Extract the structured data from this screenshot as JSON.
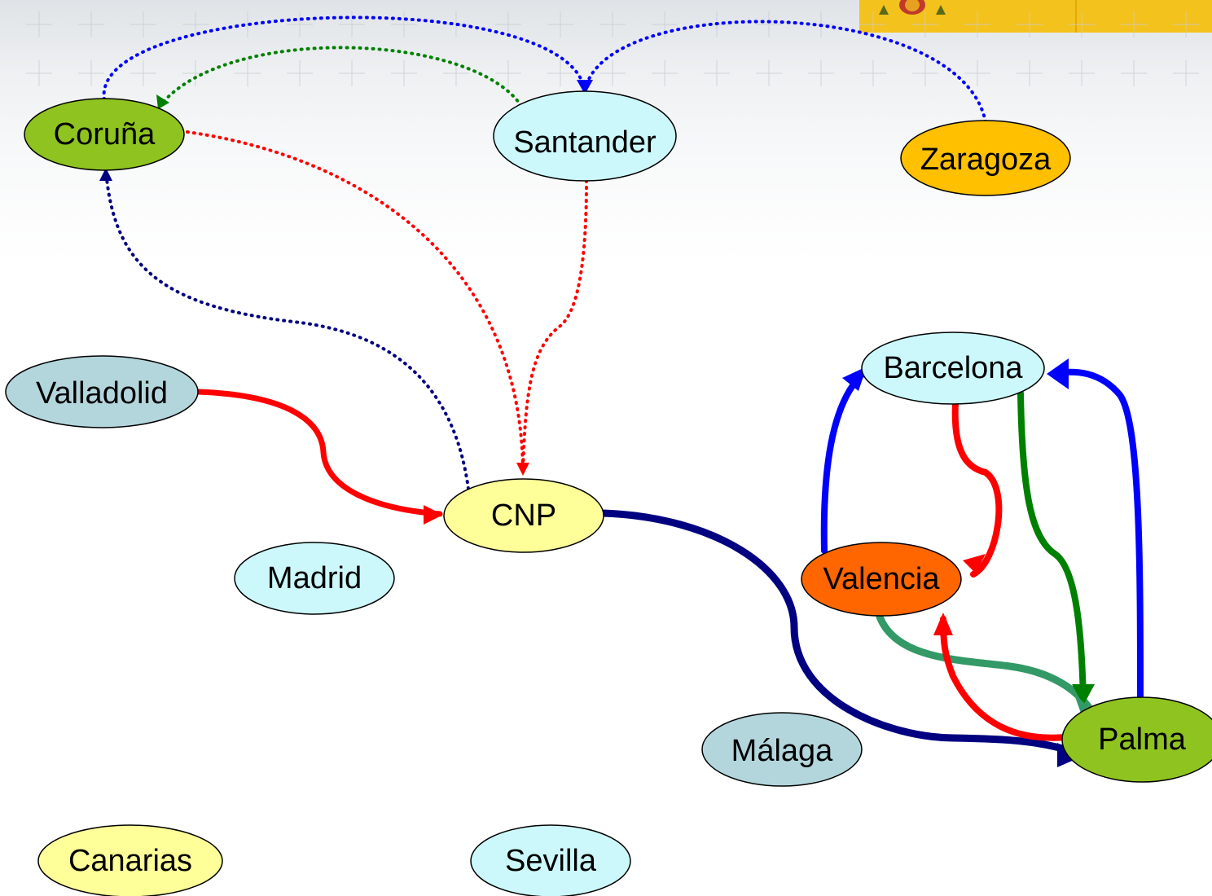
{
  "nodes": [
    {
      "id": "coruna",
      "label": "Coruña",
      "fill": "#8fc31f"
    },
    {
      "id": "santander",
      "label": "Santander",
      "fill": "#ccf8fb"
    },
    {
      "id": "zaragoza",
      "label": "Zaragoza",
      "fill": "#ffc000"
    },
    {
      "id": "valladolid",
      "label": "Valladolid",
      "fill": "#b3d6dd"
    },
    {
      "id": "barcelona",
      "label": "Barcelona",
      "fill": "#ccf8fb"
    },
    {
      "id": "cnp",
      "label": "CNP",
      "fill": "#ffff99"
    },
    {
      "id": "madrid",
      "label": "Madrid",
      "fill": "#ccf8fb"
    },
    {
      "id": "valencia",
      "label": "Valencia",
      "fill": "#ff6600"
    },
    {
      "id": "malaga",
      "label": "Málaga",
      "fill": "#b3d6dd"
    },
    {
      "id": "palma",
      "label": "Palma",
      "fill": "#8fc31f"
    },
    {
      "id": "canarias",
      "label": "Canarias",
      "fill": "#ffff99"
    },
    {
      "id": "sevilla",
      "label": "Sevilla",
      "fill": "#ccf8fb"
    }
  ],
  "edges": [
    {
      "from": "coruna",
      "to": "santander",
      "color": "#0000ff",
      "style": "dotted"
    },
    {
      "from": "zaragoza",
      "to": "santander",
      "color": "#0000ff",
      "style": "dotted"
    },
    {
      "from": "santander",
      "to": "coruna",
      "color": "#008000",
      "style": "dotted"
    },
    {
      "from": "coruna",
      "to": "cnp",
      "color": "#ff0000",
      "style": "dotted"
    },
    {
      "from": "santander",
      "to": "cnp",
      "color": "#ff0000",
      "style": "dotted"
    },
    {
      "from": "cnp",
      "to": "coruna",
      "color": "#000080",
      "style": "dotted"
    },
    {
      "from": "valladolid",
      "to": "cnp",
      "color": "#ff0000",
      "style": "solid"
    },
    {
      "from": "cnp",
      "to": "palma",
      "color": "#000080",
      "style": "solid"
    },
    {
      "from": "valencia",
      "to": "barcelona",
      "color": "#0000ff",
      "style": "solid"
    },
    {
      "from": "barcelona",
      "to": "valencia",
      "color": "#ff0000",
      "style": "solid"
    },
    {
      "from": "barcelona",
      "to": "palma",
      "color": "#008000",
      "style": "solid"
    },
    {
      "from": "palma",
      "to": "barcelona",
      "color": "#0000ff",
      "style": "solid"
    },
    {
      "from": "valencia",
      "to": "palma",
      "color": "#339966",
      "style": "solid"
    },
    {
      "from": "palma",
      "to": "valencia",
      "color": "#ff0000",
      "style": "solid"
    }
  ],
  "header_banner": {
    "color": "#f4c21c"
  }
}
